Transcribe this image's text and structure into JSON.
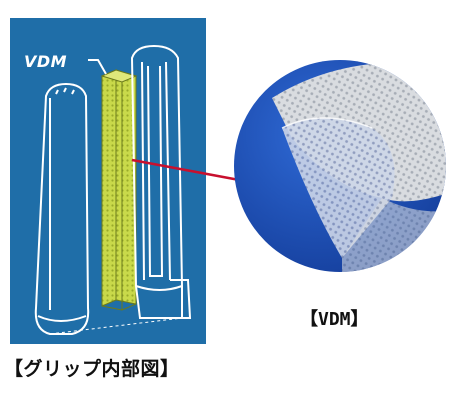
{
  "diagram": {
    "panel_label": "VDM",
    "caption_left": "【グリップ内部図】",
    "caption_right": "【VDM】",
    "colors": {
      "panel": "#1f6ea8",
      "outline": "#ffffff",
      "filter": "#c9d94a",
      "connector": "#c8102e",
      "circle_bg": "#1a4fb8",
      "mesh": "#d9dce0"
    },
    "icons": [
      "grip-cover-icon",
      "vdm-filter-icon",
      "grip-frame-icon",
      "mesh-closeup-icon"
    ]
  }
}
